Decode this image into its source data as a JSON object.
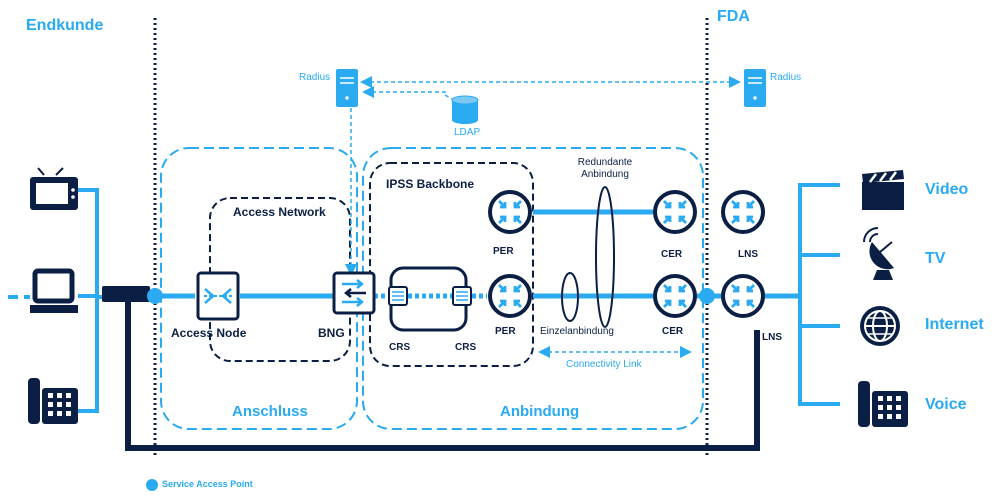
{
  "regions": {
    "left": "Endkunde",
    "right": "FDA"
  },
  "zones": {
    "anschluss": "Anschluss",
    "anbindung": "Anbindung",
    "access_network": "Access Network",
    "ipss_backbone": "IPSS Backbone"
  },
  "nodes": {
    "radius_left": "Radius",
    "radius_right": "Radius",
    "ldap": "LDAP",
    "access_node": "Access Node",
    "bng": "BNG",
    "crs_left": "CRS",
    "crs_right": "CRS",
    "per_top": "PER",
    "per_bottom": "PER",
    "cer_top": "CER",
    "cer_bottom": "CER",
    "lns_top": "LNS",
    "lns_bottom": "LNS"
  },
  "annotations": {
    "redundante": "Redundante\nAnbindung",
    "einzel": "Einzelanbindung",
    "connectivity": "Connectivity Link"
  },
  "services": [
    "Video",
    "TV",
    "Internet",
    "Voice"
  ],
  "legend": {
    "sap": "Service Access Point"
  },
  "colors": {
    "blue": "#29aaf1",
    "navy": "#0b1f44"
  },
  "icons": {
    "left": [
      "tv-icon",
      "computer-icon",
      "phone-icon"
    ],
    "right": [
      "video-clapper-icon",
      "satellite-dish-icon",
      "globe-icon",
      "phone-icon"
    ]
  }
}
